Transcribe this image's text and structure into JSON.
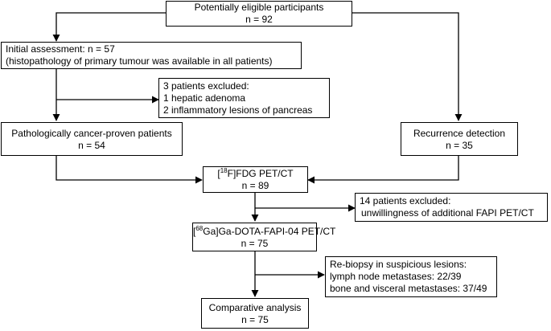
{
  "boxes": {
    "eligible": {
      "line1": "Potentially eligible participants",
      "line2": "n = 92"
    },
    "initial": {
      "line1": "Initial assessment: n = 57",
      "line2": "(histopathology of primary tumour was available in all patients)"
    },
    "excluded3": {
      "line1": "3 patients excluded:",
      "line2": "1 hepatic adenoma",
      "line3": "2 inflammatory lesions of pancreas"
    },
    "pathological": {
      "line1": "Pathologically cancer-proven patients",
      "line2": "n = 54"
    },
    "recurrence": {
      "line1": "Recurrence detection",
      "line2": "n = 35"
    },
    "fdg": {
      "pre": "[",
      "sup": "18",
      "post": "F]FDG PET/CT",
      "line2": "n = 89"
    },
    "excluded14": {
      "line1": "14 patients excluded:",
      "line2": "unwillingness of additional FAPI PET/CT"
    },
    "fapi": {
      "pre": "[",
      "sup": "68",
      "post": "Ga]Ga-DOTA-FAPI-04 PET/CT",
      "line2": "n = 75"
    },
    "rebiopsy": {
      "line1": "Re-biopsy in suspicious lesions:",
      "line2": "lymph node metastases: 22/39",
      "line3": "bone and visceral metastases: 37/49"
    },
    "comparative": {
      "line1": "Comparative analysis",
      "line2": "n = 75"
    }
  }
}
